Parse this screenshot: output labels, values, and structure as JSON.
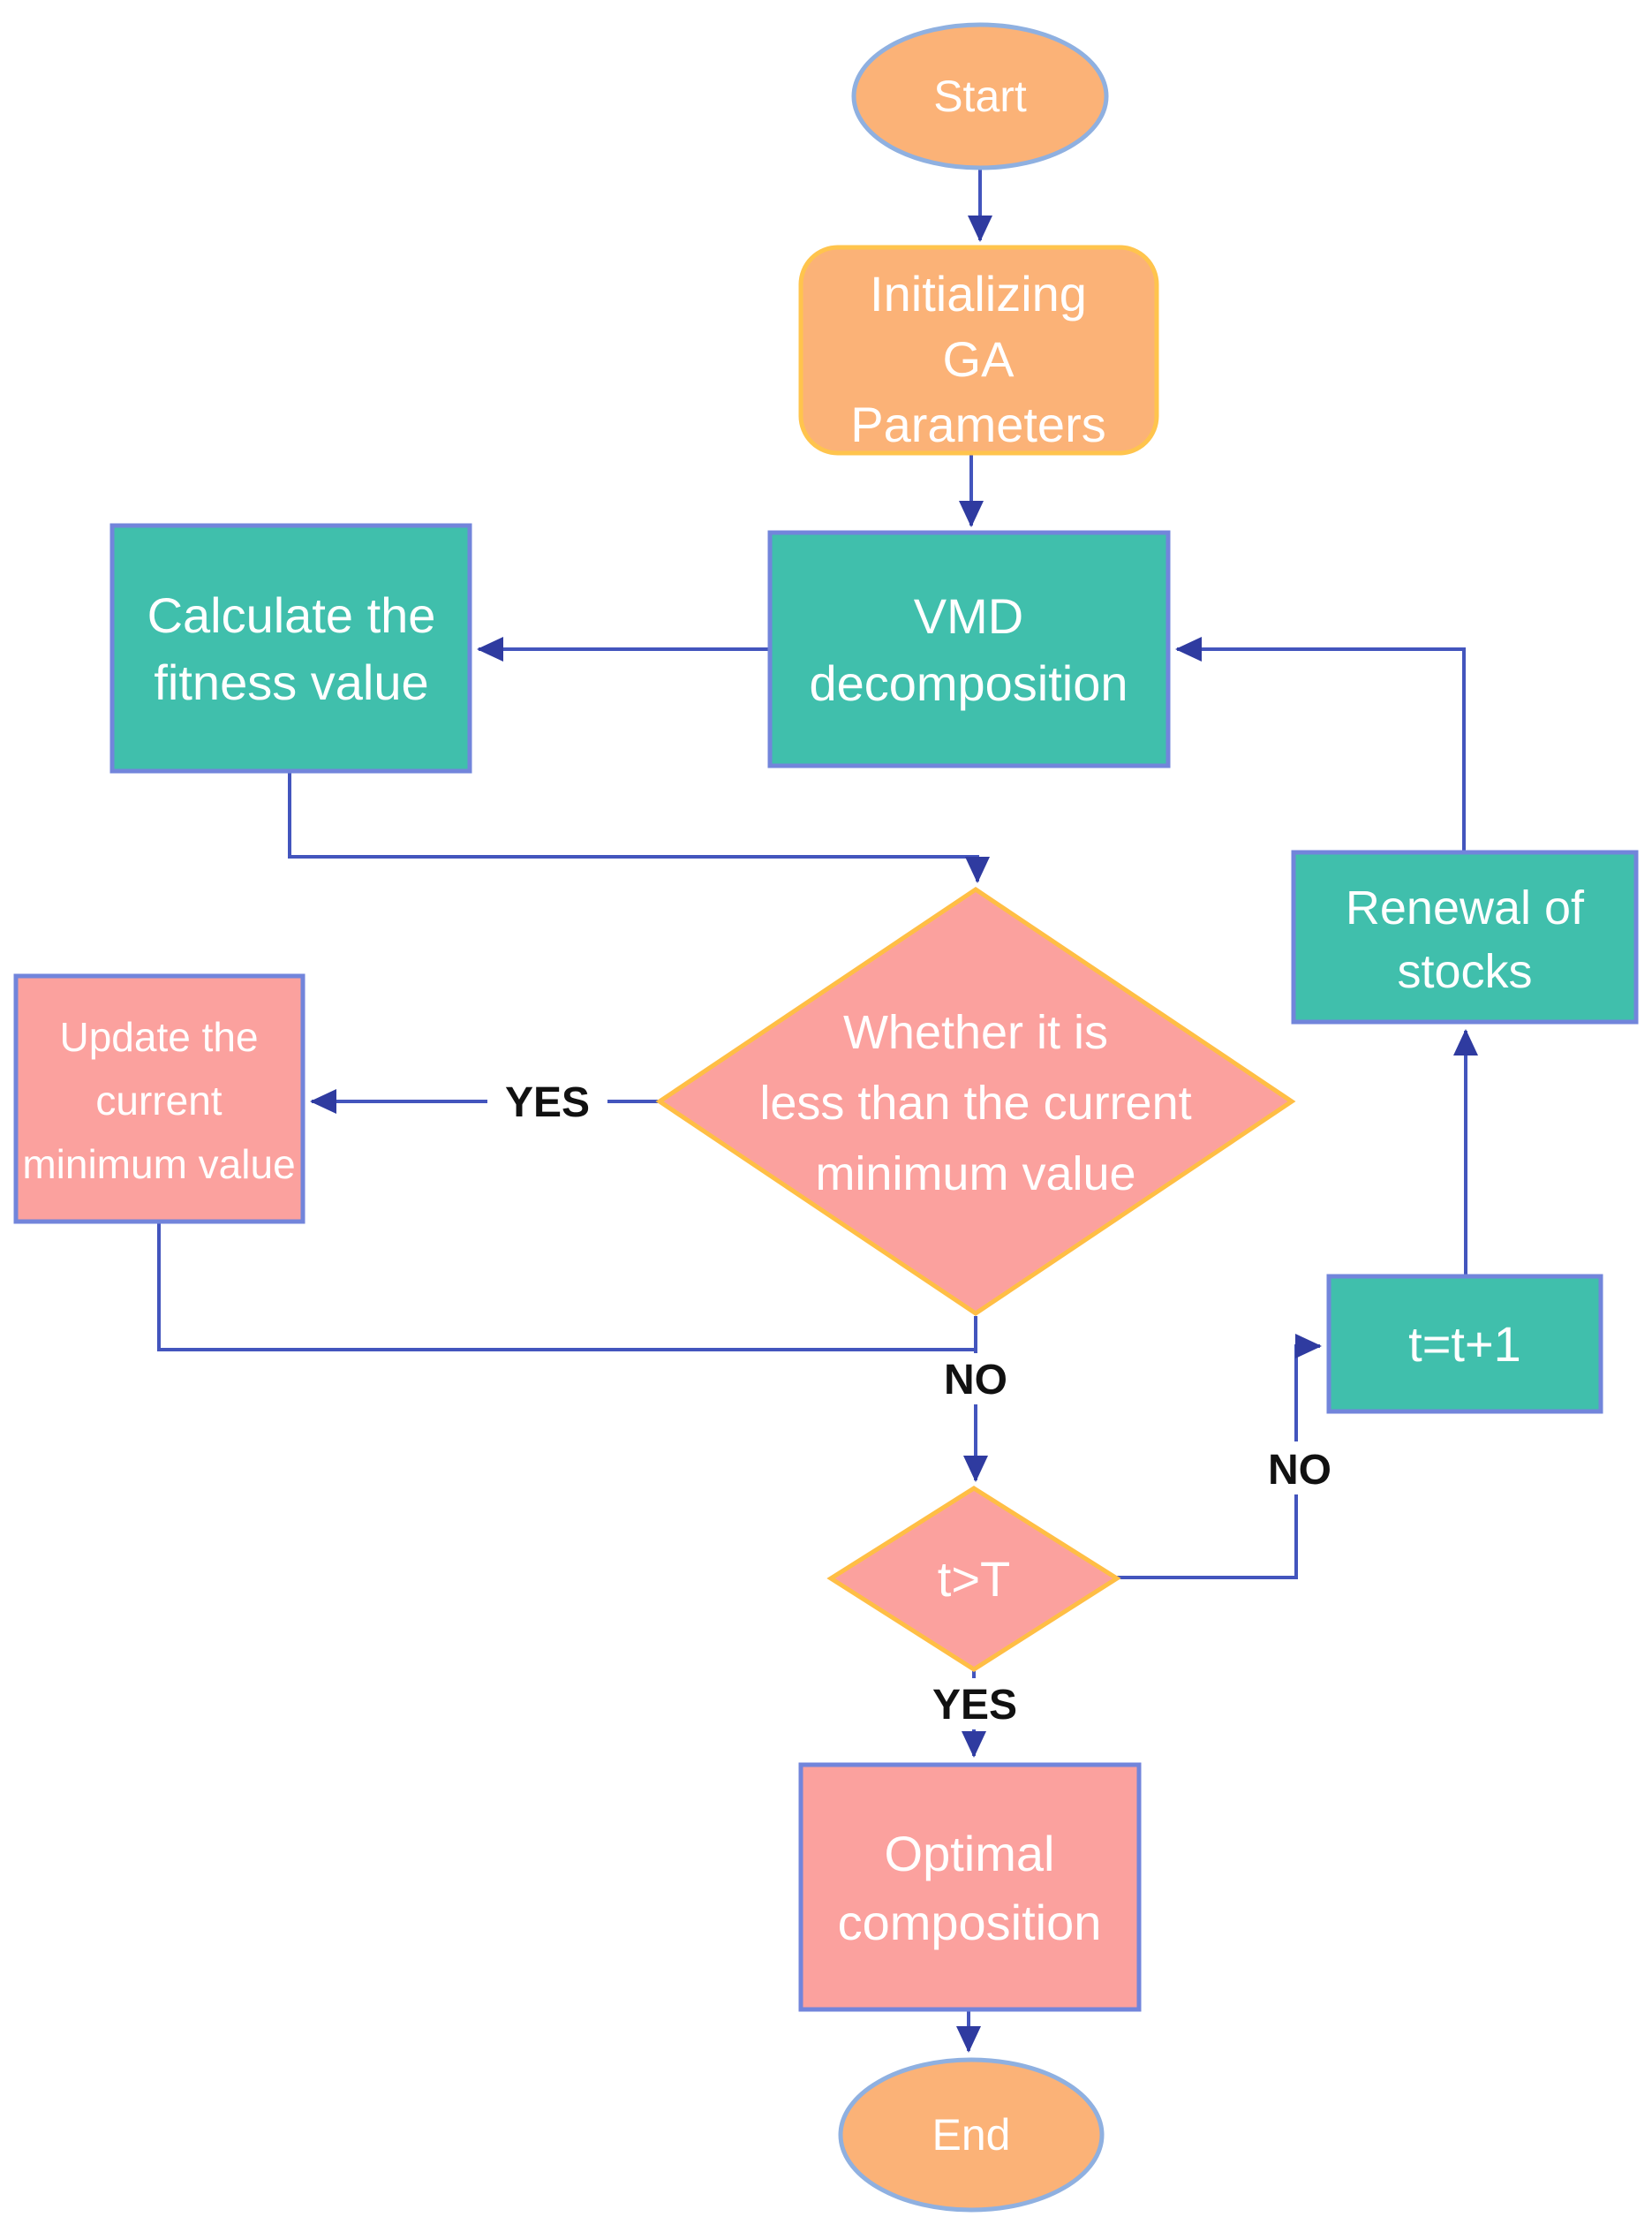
{
  "flowchart": {
    "background": "#ffffff",
    "colors": {
      "orange_fill": "#FBB277",
      "orange_box_border": "#FFC44D",
      "ellipse_border": "#8FB0E0",
      "teal_fill": "#40BFAC",
      "pink_fill": "#FBA19E",
      "periwinkle_border": "#7285DB",
      "gold_border": "#FFBE45",
      "line": "#4355BD",
      "arrowhead": "#2F3BA0",
      "edge_label_color": "#111111",
      "node_text_color": "#FFFFFF"
    },
    "nodes": {
      "start": {
        "label": "Start"
      },
      "init": {
        "lines": [
          "Initializing",
          "GA",
          "Parameters"
        ]
      },
      "vmd": {
        "lines": [
          "VMD",
          "decomposition"
        ]
      },
      "calc": {
        "lines": [
          "Calculate the",
          "fitness value"
        ]
      },
      "renewal": {
        "lines": [
          "Renewal of",
          "stocks"
        ]
      },
      "update": {
        "lines": [
          "Update the",
          "current",
          "minimum value"
        ]
      },
      "decision_min": {
        "lines": [
          "Whether it is",
          "less than the current",
          "minimum value"
        ]
      },
      "t_inc": {
        "label": "t=t+1"
      },
      "decision_t": {
        "label": "t>T"
      },
      "optimal": {
        "lines": [
          "Optimal",
          "composition"
        ]
      },
      "end": {
        "label": "End"
      }
    },
    "edge_labels": {
      "yes_min": "YES",
      "no_min": "NO",
      "no_t": "NO",
      "yes_t": "YES"
    }
  }
}
